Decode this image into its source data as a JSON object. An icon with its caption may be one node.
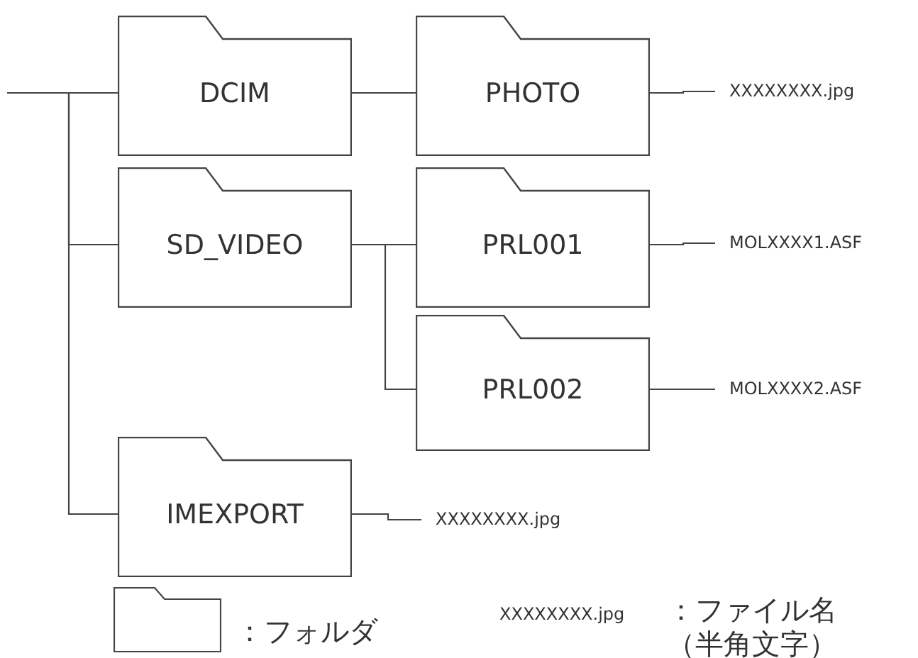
{
  "diagram": {
    "nodes": [
      {
        "text": [
          "DCIM"
        ]
      },
      {
        "text": [
          "PHOTO"
        ]
      },
      {
        "text": [
          "XXXXXXXX.jpg"
        ]
      },
      {
        "text": [
          "SD_VIDEO"
        ]
      },
      {
        "text": [
          "PRL001"
        ]
      },
      {
        "text": [
          "MOLXXXX1.ASF"
        ]
      },
      {
        "text": [
          "PRL002"
        ]
      },
      {
        "text": [
          "MOLXXXX2.ASF"
        ]
      },
      {
        "text": [
          "IMEXPORT"
        ]
      },
      {
        "text": [
          "XXXXXXXX.jpg"
        ]
      }
    ],
    "edges": [
      {
        "from": null,
        "to": 0,
        "arrow": "none"
      },
      {
        "from": null,
        "to": 3,
        "arrow": "none"
      },
      {
        "from": null,
        "to": 8,
        "arrow": "none"
      },
      {
        "from": 0,
        "to": 1,
        "arrow": "none"
      },
      {
        "from": 1,
        "to": 2,
        "arrow": "none"
      },
      {
        "from": 3,
        "to": 4,
        "arrow": "none"
      },
      {
        "from": 3,
        "to": 6,
        "arrow": "none"
      },
      {
        "from": 4,
        "to": 5,
        "arrow": "none"
      },
      {
        "from": 6,
        "to": 7,
        "arrow": "none"
      },
      {
        "from": 8,
        "to": 9,
        "arrow": "none"
      }
    ],
    "labels": [
      "XXXXXXXX.jpg",
      "：ファイル名（半角文字）"
    ],
    "legend": [
      {
        "text": "：フォルダ"
      }
    ]
  }
}
